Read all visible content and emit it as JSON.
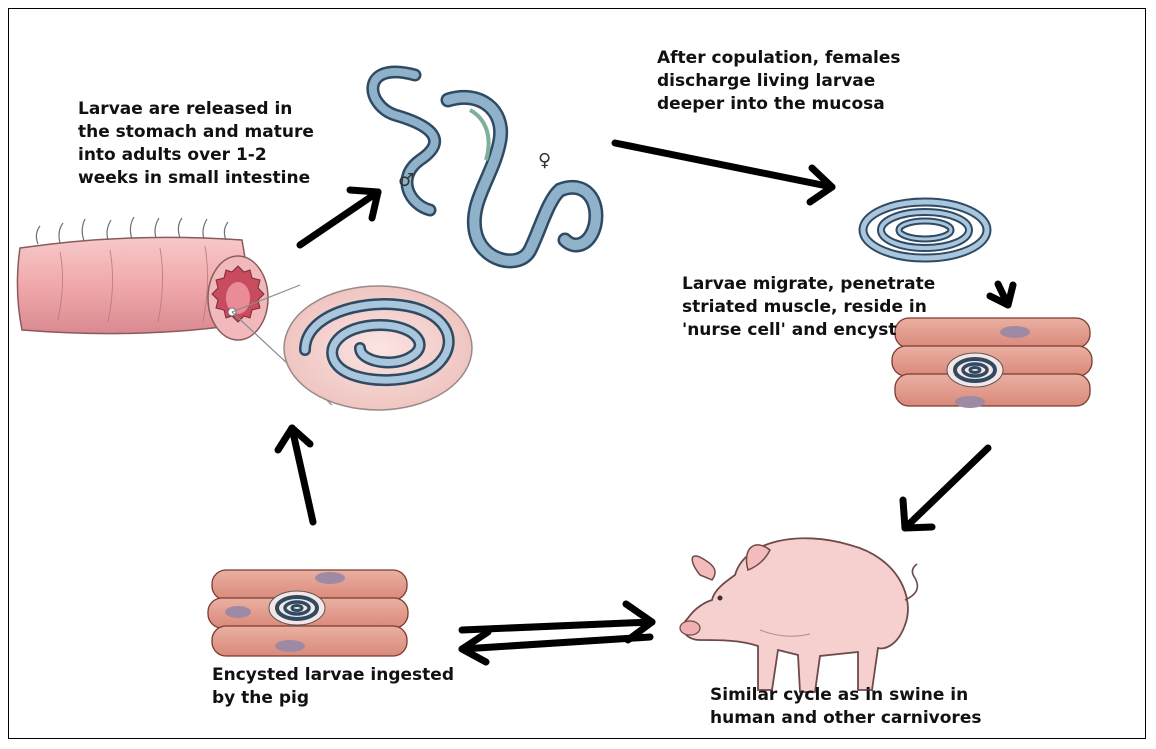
{
  "captions": {
    "larvae_released": "Larvae are released in\nthe stomach and mature\ninto adults over 1-2\nweeks in small intestine",
    "after_copulation": "After copulation, females\ndischarge living larvae\ndeeper into the mucosa",
    "larvae_migrate": "Larvae migrate, penetrate\nstriated muscle, reside in\n'nurse cell' and encyst",
    "encysted_ingested": "Encysted larvae ingested\nby the pig",
    "similar_cycle": "Similar cycle as in swine in\nhuman and other carnivores"
  },
  "symbols": {
    "male": "♂",
    "female": "♀"
  },
  "colors": {
    "worm_fill": "#8fb1c9",
    "worm_stroke": "#2f4a63",
    "muscle_fill": "#e29a8a",
    "muscle_stroke": "#7a3b30",
    "intestine_fill": "#f2b4b6",
    "pig_fill": "#f6cfcf",
    "arrow": "#000000"
  }
}
